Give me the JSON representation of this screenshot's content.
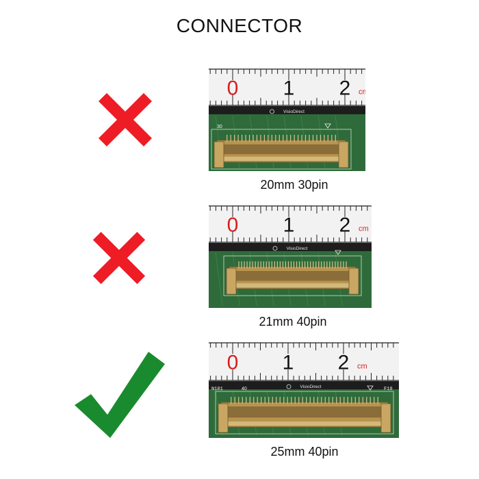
{
  "page": {
    "title": "CONNECTOR"
  },
  "colors": {
    "cross": "#ee1c25",
    "check": "#1a8a2e",
    "ruler_bg": "#f2f2f2",
    "ruler_digit": "#d81e1e",
    "pcb": "#2f6b3a",
    "connector": "#b8944e"
  },
  "ruler": {
    "digits": [
      "0",
      "1",
      "2"
    ],
    "unit": "cm"
  },
  "brand": "VisioDirect",
  "items": [
    {
      "caption": "20mm 30pin",
      "status": "incorrect",
      "status_icon": "cross-icon",
      "pin_mark": "30"
    },
    {
      "caption": "21mm 40pin",
      "status": "incorrect",
      "status_icon": "cross-icon",
      "pin_mark": ""
    },
    {
      "caption": "25mm 40pin",
      "status": "correct",
      "status_icon": "check-icon",
      "pin_mark": "40",
      "left_mark": "N101",
      "right_mark": "F10"
    }
  ]
}
